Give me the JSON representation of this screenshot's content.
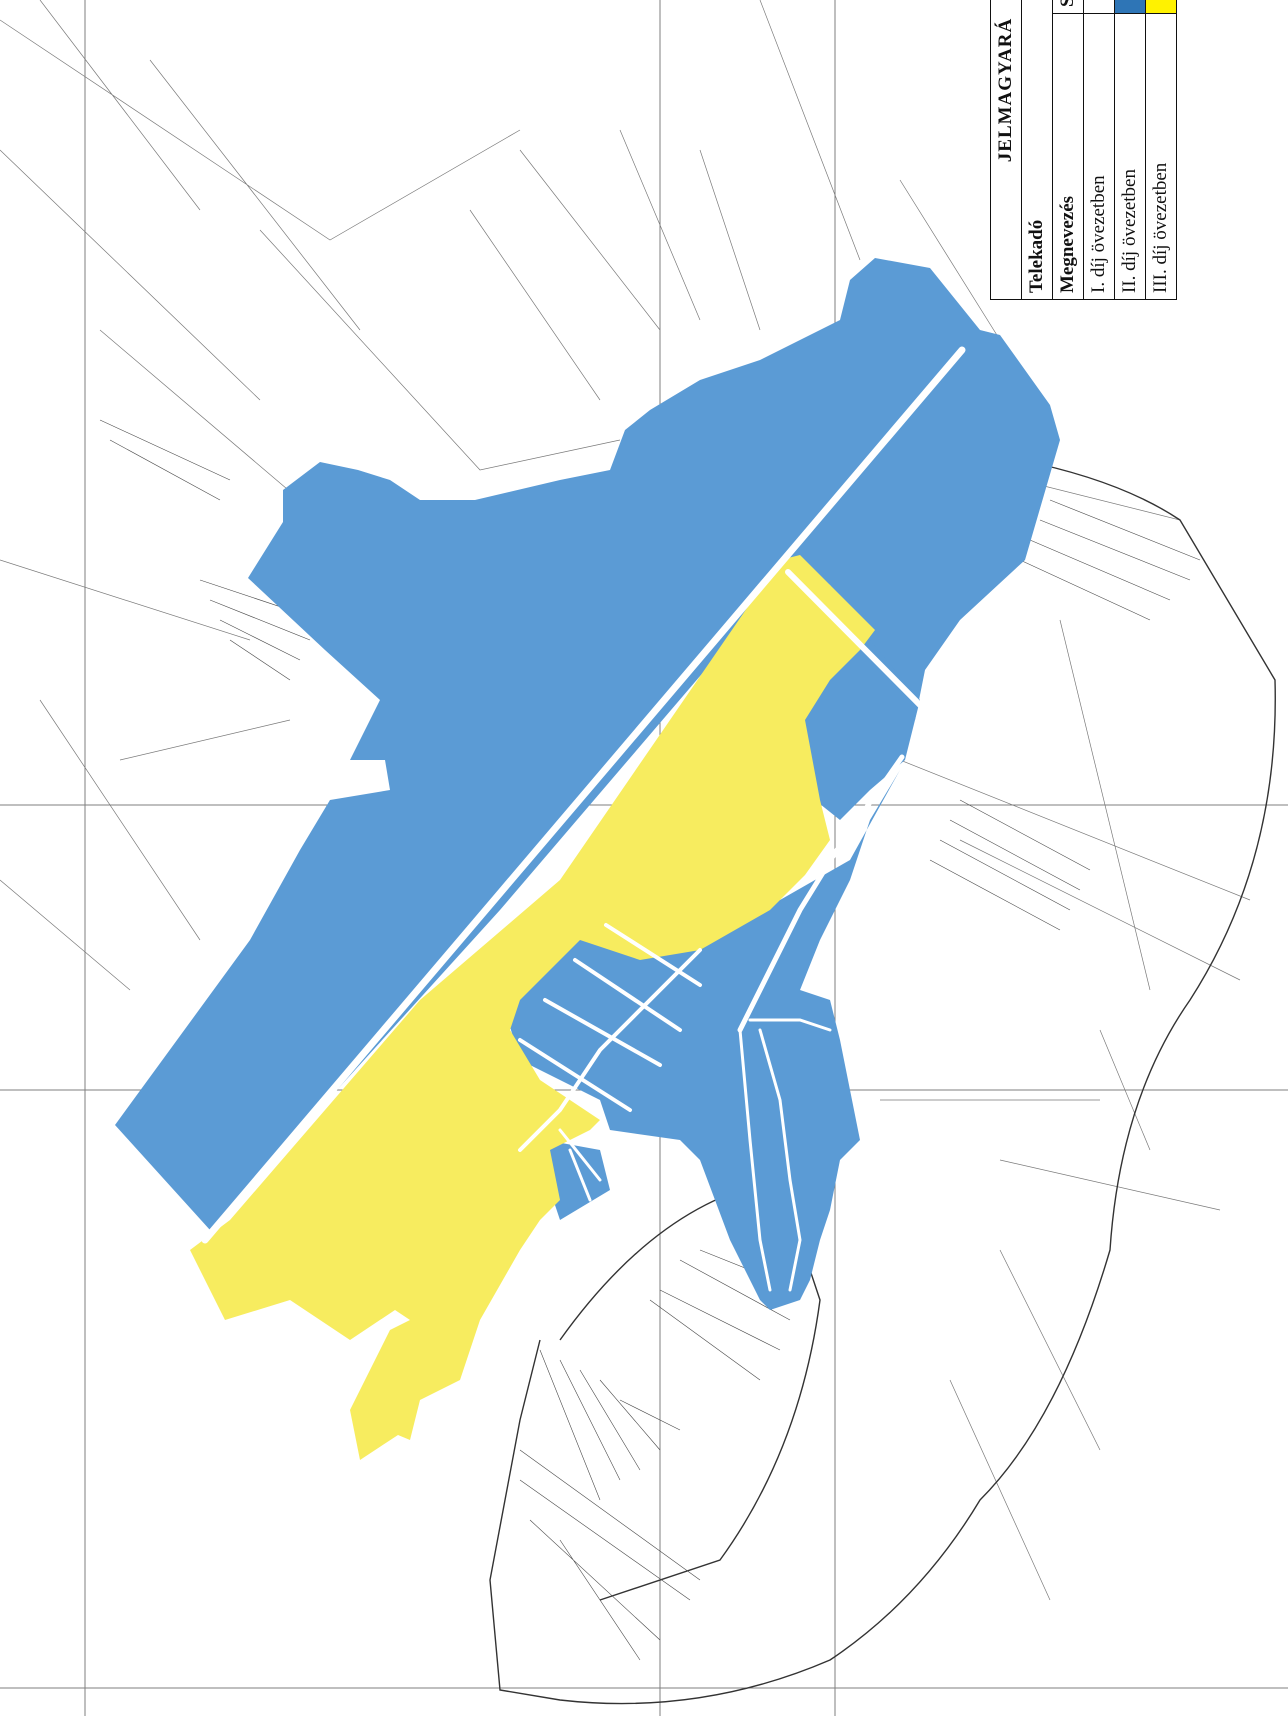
{
  "legend": {
    "title": "JELMAGYARÁ",
    "tax_label": "Telekadó",
    "col_name": "Megnevezés",
    "col_color": "Színjelölé",
    "rows": [
      {
        "label": "I. díj övezetben",
        "color": "#ffffff"
      },
      {
        "label": "II. díj övezetben",
        "color": "#2e75b6"
      },
      {
        "label": "III. díj övezetben",
        "color": "#fff200"
      }
    ]
  },
  "colors": {
    "zone_blue": "#5b9bd5",
    "zone_yellow": "#f7ec5f"
  }
}
